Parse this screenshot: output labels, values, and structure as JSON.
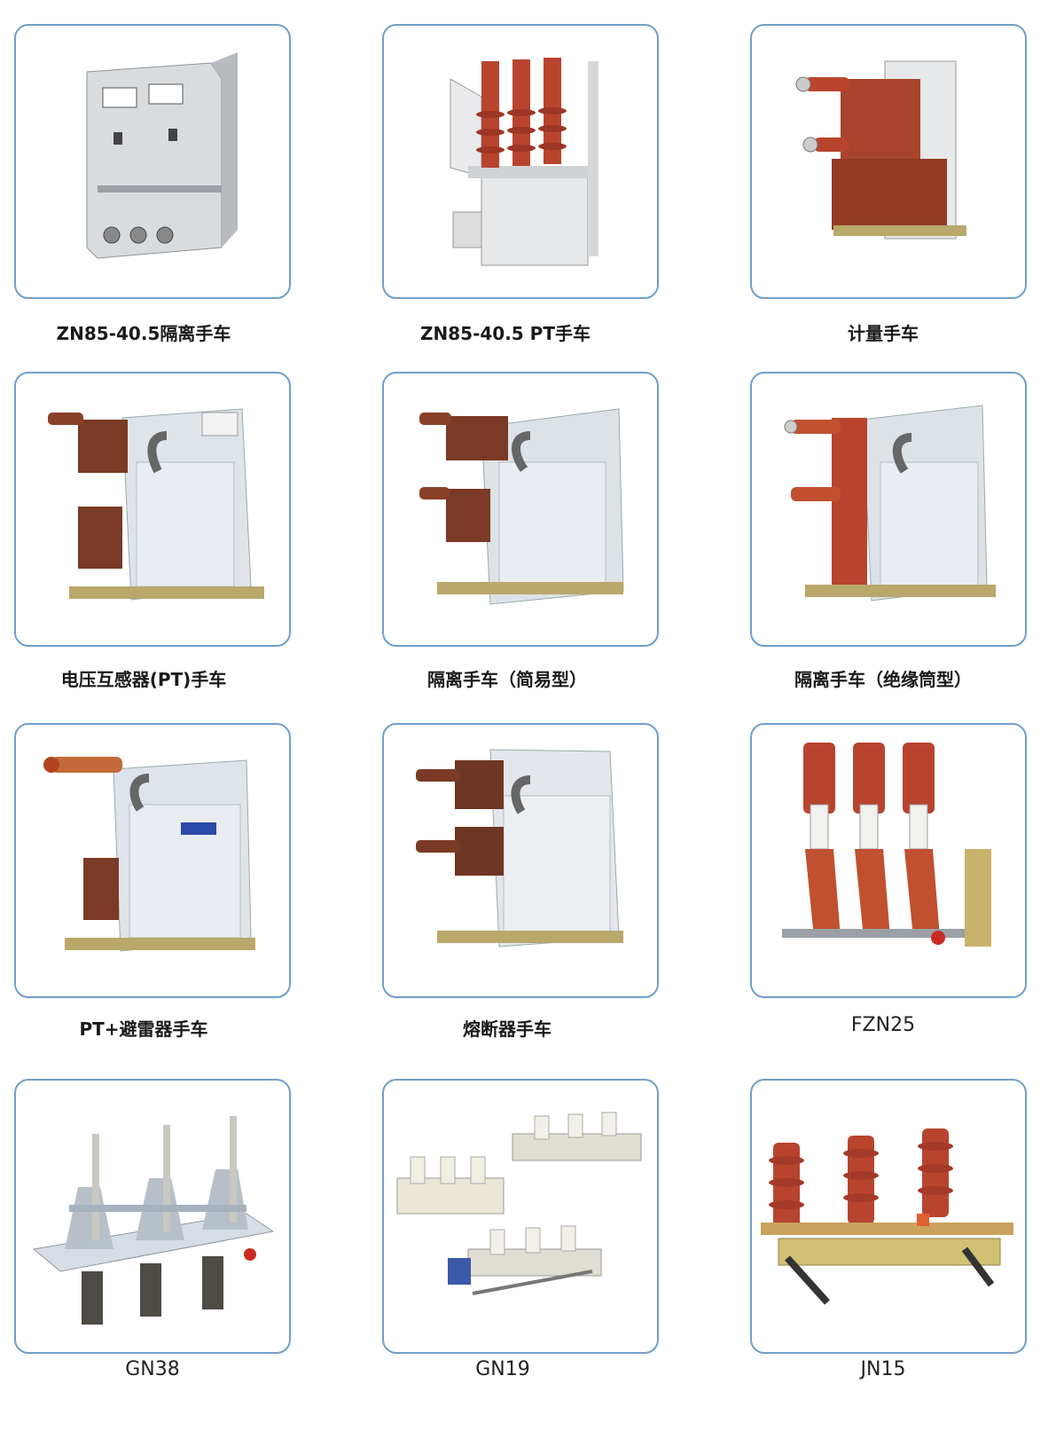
{
  "products": [
    {
      "label": "ZN85-40.5隔离手车",
      "icon": "metal-cabinet-truck-icon"
    },
    {
      "label": "ZN85-40.5 PT手车",
      "icon": "pt-truck-red-insulators-icon"
    },
    {
      "label": "计量手车",
      "icon": "metering-truck-icon"
    },
    {
      "label": "电压互感器(PT)手车",
      "icon": "voltage-transformer-truck-icon"
    },
    {
      "label": "隔离手车（简易型）",
      "icon": "isolation-truck-simple-icon"
    },
    {
      "label": "隔离手车（绝缘筒型）",
      "icon": "isolation-truck-insulated-icon"
    },
    {
      "label": "PT+避雷器手车",
      "icon": "pt-arrester-truck-icon"
    },
    {
      "label": "熔断器手车",
      "icon": "fuse-truck-icon"
    },
    {
      "label": "FZN25",
      "icon": "load-switch-fzn25-icon"
    },
    {
      "label": "GN38",
      "icon": "disconnect-switch-gn38-icon"
    },
    {
      "label": "GN19",
      "icon": "disconnect-switch-gn19-icon"
    },
    {
      "label": "JN15",
      "icon": "earthing-switch-jn15-icon"
    }
  ],
  "colors": {
    "card_border": "#6f9fc9",
    "panel_grey": "#e3e6ea",
    "insulator_red": "#b8442e",
    "insulator_brown": "#7a3a25"
  }
}
